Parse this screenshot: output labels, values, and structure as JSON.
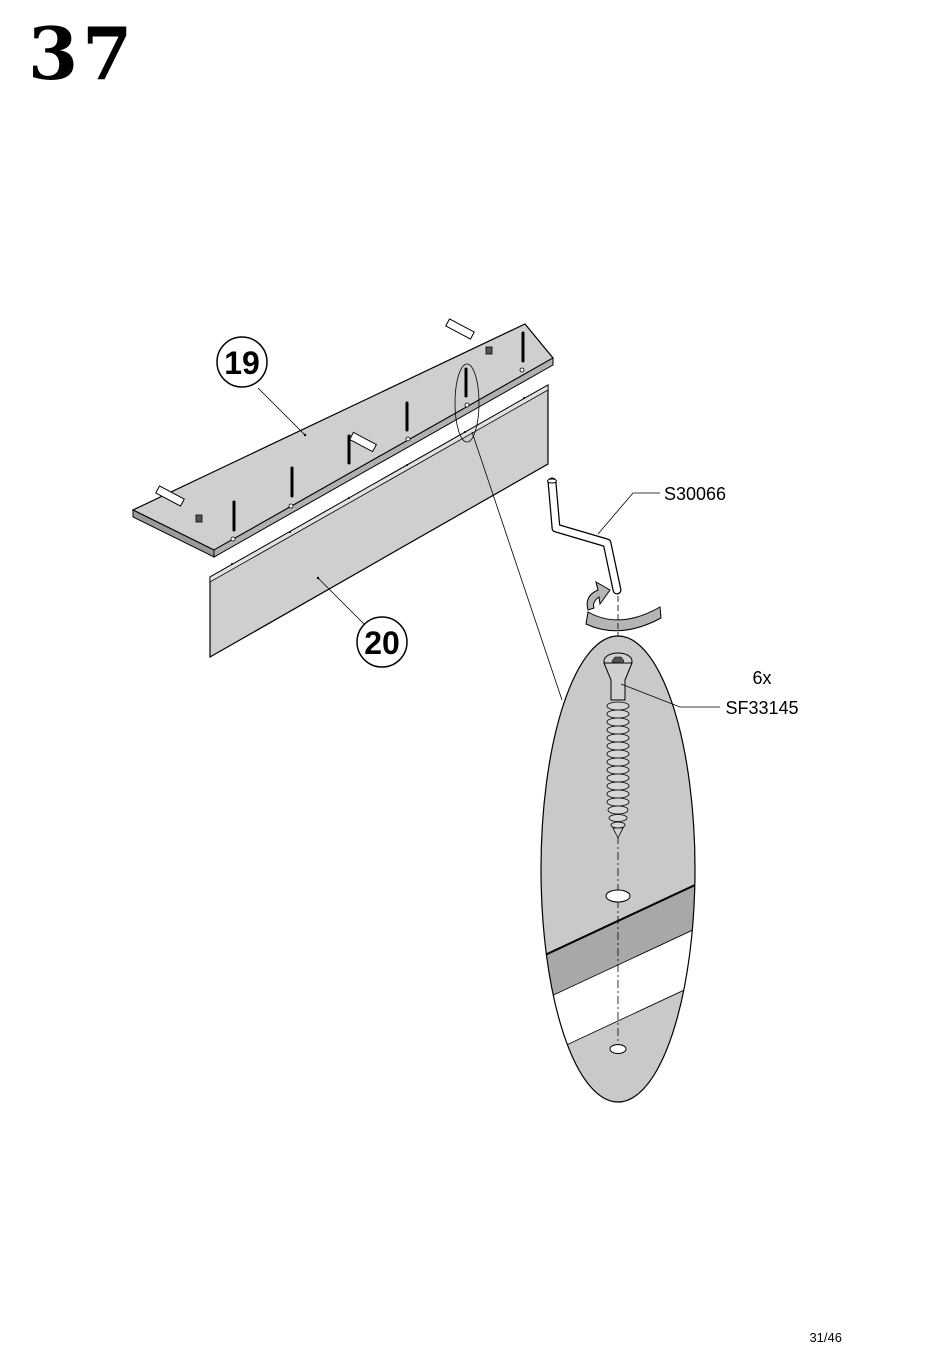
{
  "step": {
    "number": "37"
  },
  "parts": [
    {
      "id": "19"
    },
    {
      "id": "20"
    }
  ],
  "hardware": {
    "tool_code": "S30066",
    "screw_quantity": "6x",
    "screw_code": "SF33145"
  },
  "footer": {
    "page": "31/46"
  },
  "colors": {
    "panel": "#c9c9c9",
    "panel_dark": "#a9a9a9",
    "line": "#000000"
  }
}
